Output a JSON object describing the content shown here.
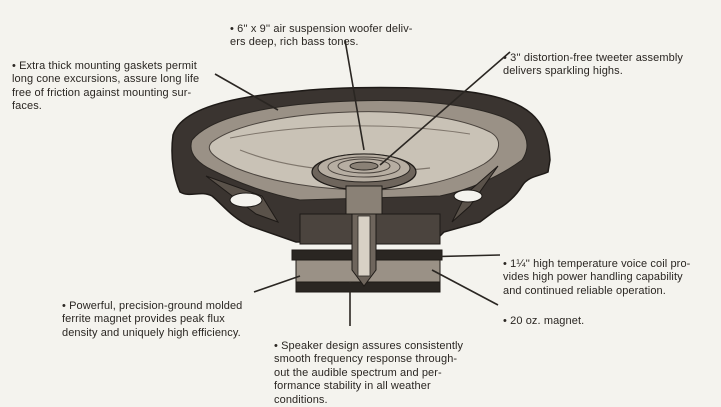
{
  "callouts": {
    "gaskets": {
      "text": "• Extra thick mounting gaskets permit\nlong cone excursions, assure long life\nfree of friction against mounting sur-\nfaces."
    },
    "woofer": {
      "text": "• 6'' x 9'' air suspension woofer deliv-\ners deep, rich bass tones."
    },
    "tweeter": {
      "text": "• 3'' distortion-free tweeter assembly\ndelivers sparkling highs."
    },
    "voice_coil": {
      "text": "• 1¼'' high temperature voice coil pro-\nvides high power handling capability\nand continued reliable operation."
    },
    "magnet_20oz": {
      "text": "• 20 oz. magnet."
    },
    "ferrite": {
      "text": "• Powerful, precision-ground molded\nferrite magnet provides peak flux\ndensity and uniquely high efficiency."
    },
    "design": {
      "text": "• Speaker design assures consistently\nsmooth frequency response through-\nout the audible spectrum and per-\nformance stability in all weather\nconditions."
    }
  },
  "colors": {
    "background": "#f4f3ee",
    "ink": "#2a2622",
    "frame_dark": "#3a3430",
    "frame_mid": "#6e655c",
    "cone_light": "#c9c2b6"
  }
}
